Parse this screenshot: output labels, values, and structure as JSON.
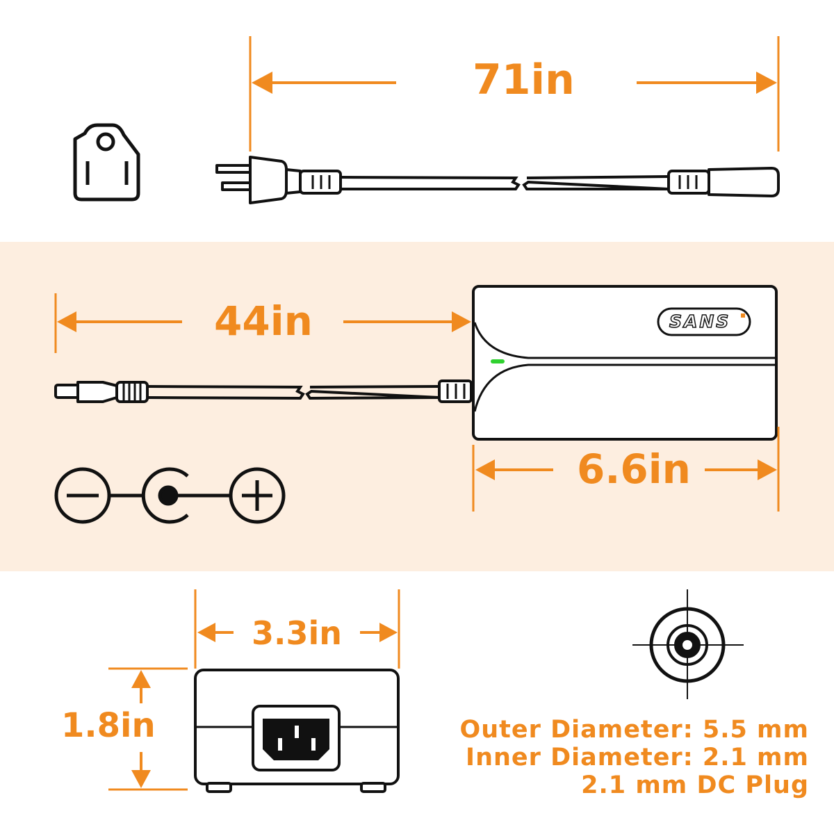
{
  "colors": {
    "accent": "#f08a1f",
    "band": "#fdeee0",
    "outline": "#111111",
    "led": "#2fd12f"
  },
  "dimensions": {
    "ac_cord_length": "71in",
    "dc_cord_length": "44in",
    "adapter_length": "6.6in",
    "adapter_width": "3.3in",
    "adapter_height": "1.8in"
  },
  "brand_logo": "SANS",
  "icons": {
    "wall_plug": "us-plug-face-icon",
    "polarity": "dc-polarity-center-positive-icon",
    "plug_end": "dc-barrel-crosssection-icon",
    "socket": "c13-iec-socket-icon"
  },
  "specs": {
    "outer_diameter": "Outer Diameter: 5.5 mm",
    "inner_diameter": "Inner Diameter: 2.1 mm",
    "dc_plug": "2.1 mm DC Plug"
  }
}
